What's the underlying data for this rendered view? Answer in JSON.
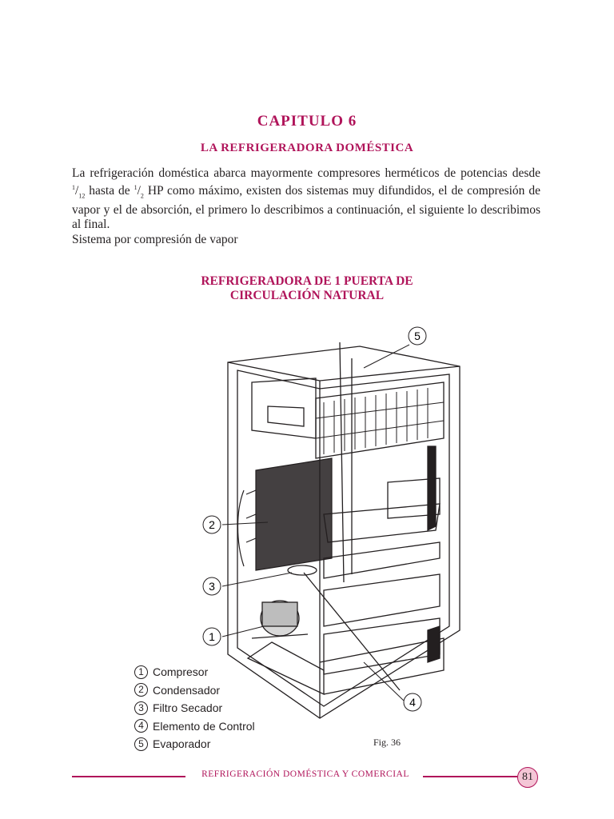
{
  "chapter": "CAPITULO  6",
  "title": "LA REFRIGERADORA  DOMÉSTICA",
  "intro": {
    "p1": "La refrigeración doméstica abarca mayormente compresores herméticos de potencias desde",
    "frac1_num": "1",
    "frac1_den": "12",
    "p2": " hasta de ",
    "frac2_num": "1",
    "frac2_den": "2",
    "p3": " HP como máximo, existen dos sistemas muy  difundidos, el de compresión de vapor y el de absorción, el primero lo describimos a continuación, el siguiente lo describimos al final."
  },
  "subheading": "Sistema por compresión de vapor",
  "figure_title": {
    "line1": "REFRIGERADORA DE 1 PUERTA DE",
    "line2": "CIRCULACIÓN NATURAL"
  },
  "callouts": [
    "1",
    "2",
    "3",
    "4",
    "5"
  ],
  "legend": [
    {
      "num": "1",
      "label": "Compresor"
    },
    {
      "num": "2",
      "label": "Condensador"
    },
    {
      "num": "3",
      "label": "Filtro Secador"
    },
    {
      "num": "4",
      "label": "Elemento de Control"
    },
    {
      "num": "5",
      "label": "Evaporador"
    }
  ],
  "figure_caption": "Fig. 36",
  "footer": {
    "text": "REFRIGERACIÓN DOMÉSTICA Y COMERCIAL",
    "page": "81"
  },
  "colors": {
    "accent": "#b0145a",
    "page_badge": "#f4c6d6"
  }
}
